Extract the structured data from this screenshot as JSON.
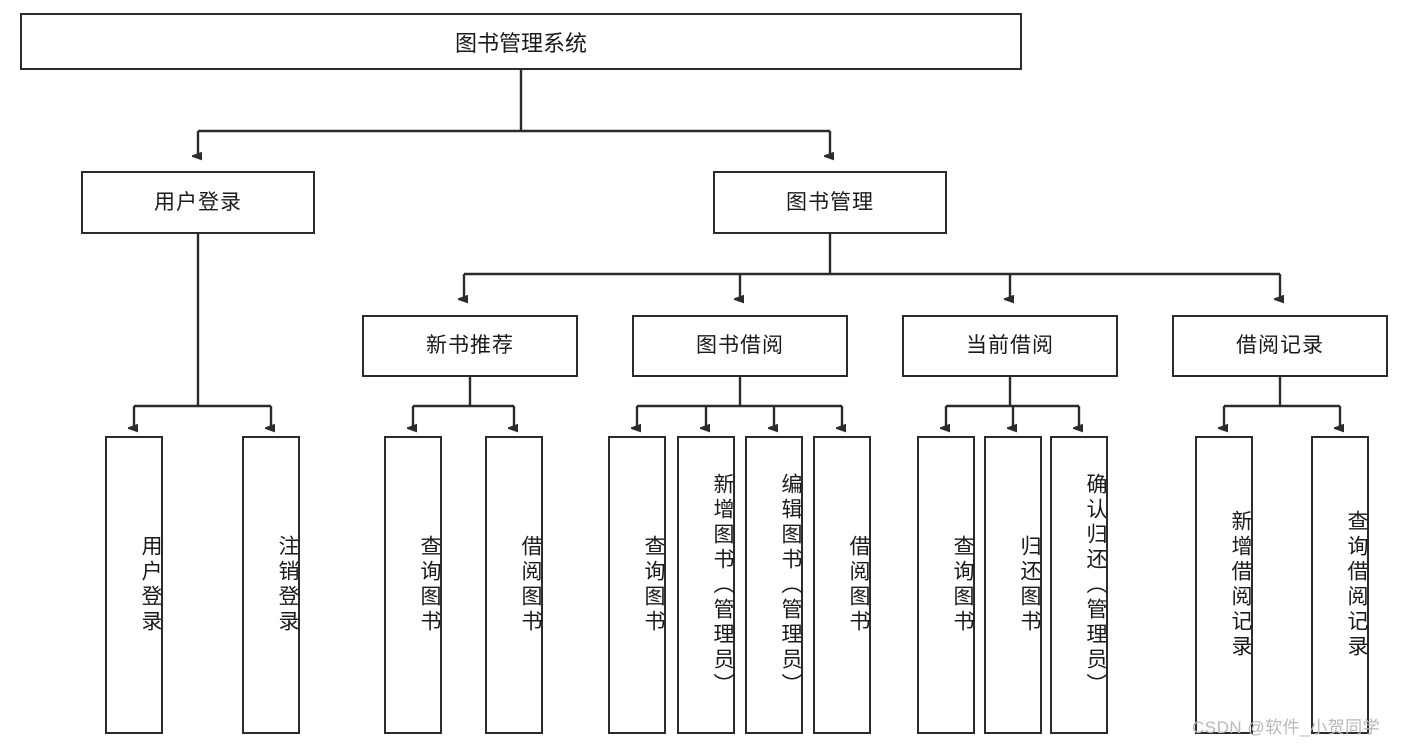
{
  "diagram": {
    "title": "图书管理系统",
    "type": "tree-hierarchy-flowchart",
    "colors": {
      "box_border": "#2b2b2b",
      "box_fill": "#ffffff",
      "edge": "#2b2b2b",
      "text": "#1a1a1a",
      "watermark": "#b8b8b8"
    },
    "root": {
      "label": "图书管理系统"
    },
    "level2": [
      {
        "label": "用户登录"
      },
      {
        "label": "图书管理"
      }
    ],
    "level3": [
      {
        "label": "新书推荐"
      },
      {
        "label": "图书借阅"
      },
      {
        "label": "当前借阅"
      },
      {
        "label": "借阅记录"
      }
    ],
    "leaves": {
      "user_login": [
        {
          "label": "用户登录"
        },
        {
          "label": "注销登录"
        }
      ],
      "new_book_recommend": [
        {
          "label": "查询图书"
        },
        {
          "label": "借阅图书"
        }
      ],
      "book_borrow": [
        {
          "label": "查询图书"
        },
        {
          "label": "新增图书（管理员）"
        },
        {
          "label": "编辑图书（管理员）"
        },
        {
          "label": "借阅图书"
        }
      ],
      "current_borrow": [
        {
          "label": "查询图书"
        },
        {
          "label": "归还图书"
        },
        {
          "label": "确认归还（管理员）"
        }
      ],
      "borrow_record": [
        {
          "label": "新增借阅记录"
        },
        {
          "label": "查询借阅记录"
        }
      ]
    }
  },
  "watermark": {
    "text": "CSDN @软件_小贺同学"
  }
}
